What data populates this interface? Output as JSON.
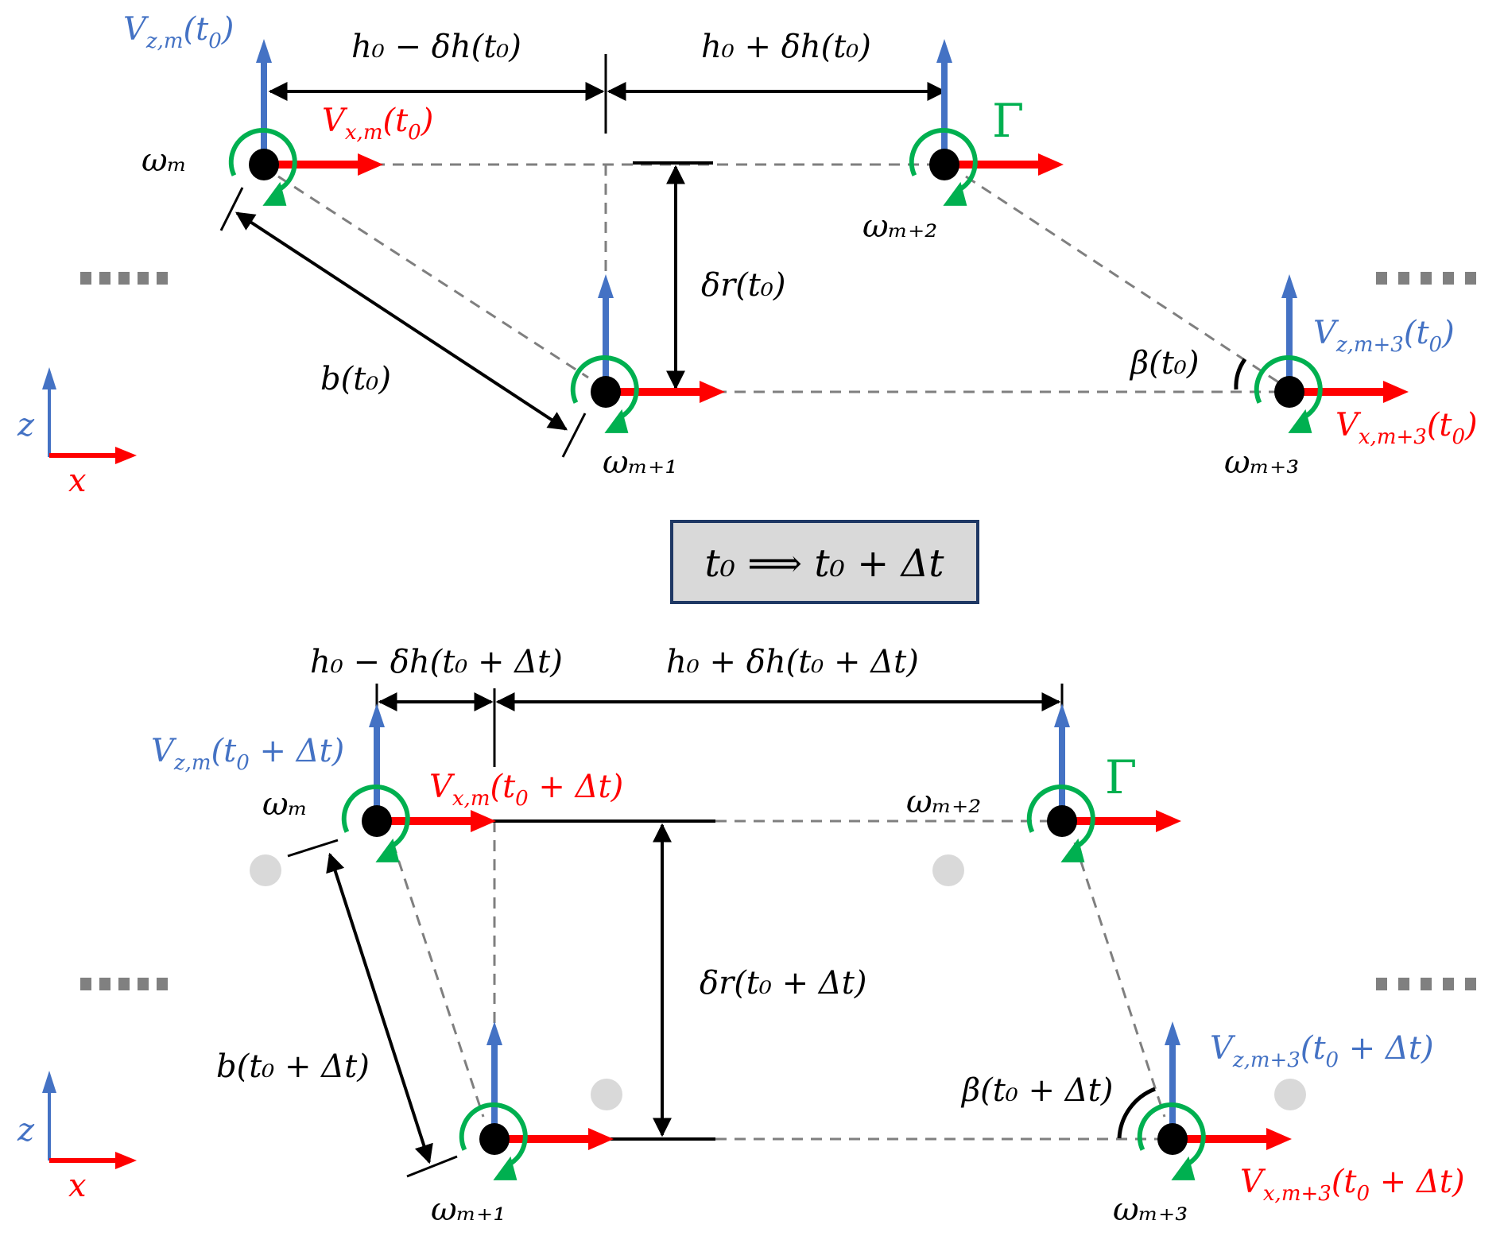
{
  "colors": {
    "vz": "#4472C4",
    "vx": "#FF0000",
    "circulation": "#00B050",
    "vortex": "#000000",
    "ghost_vortex": "#D9D9D9",
    "dashed": "#7F7F7F",
    "box_fill": "#D9D9D9",
    "box_border": "#1F3864"
  },
  "transition": {
    "label": "t₀ ⟹ t₀ + Δt"
  },
  "top_panel": {
    "time": "t₀",
    "spacing_left": "h₀ − δh(t₀)",
    "spacing_right": "h₀ + δh(t₀)",
    "radial_offset": "δr(t₀)",
    "distance": "b(t₀)",
    "angle": "β(t₀)",
    "circulation": "Γ",
    "vortices": [
      {
        "id": "m",
        "omega": "ωₘ",
        "vz": "V_{z,m}(t₀)",
        "vx": "V_{x,m}(t₀)"
      },
      {
        "id": "m+1",
        "omega": "ωₘ₊₁"
      },
      {
        "id": "m+2",
        "omega": "ωₘ₊₂"
      },
      {
        "id": "m+3",
        "omega": "ωₘ₊₃",
        "vz": "V_{z,m+3}(t₀)",
        "vx": "V_{x,m+3}(t₀)"
      }
    ],
    "axes": {
      "z": "z",
      "x": "x"
    }
  },
  "bottom_panel": {
    "time": "t₀ + Δt",
    "spacing_left": "h₀ − δh(t₀ + Δt)",
    "spacing_right": "h₀ + δh(t₀ + Δt)",
    "radial_offset": "δr(t₀ + Δt)",
    "distance": "b(t₀ + Δt)",
    "angle": "β(t₀ + Δt)",
    "circulation": "Γ",
    "vortices": [
      {
        "id": "m",
        "omega": "ωₘ",
        "vz": "V_{z,m}(t₀ + Δt)",
        "vx": "V_{x,m}(t₀ + Δt)"
      },
      {
        "id": "m+1",
        "omega": "ωₘ₊₁"
      },
      {
        "id": "m+2",
        "omega": "ωₘ₊₂"
      },
      {
        "id": "m+3",
        "omega": "ωₘ₊₃",
        "vz": "V_{z,m+3}(t₀ + Δt)",
        "vx": "V_{x,m+3}(t₀ + Δt)"
      }
    ],
    "axes": {
      "z": "z",
      "x": "x"
    }
  },
  "labels": {
    "omega": "ω",
    "V": "V",
    "t0": "t",
    "zero": "0",
    "gamma": "Γ",
    "z": "z",
    "x": "x",
    "sub_m": "m",
    "sub_m1": "m+1",
    "sub_m2": "m+2",
    "sub_m3": "m+3",
    "sub_zm": "z,m",
    "sub_xm": "x,m",
    "sub_zm3": "z,m+3",
    "sub_xm3": "x,m+3",
    "t_arg": "(t",
    "t_close": ")",
    "t_dt_close": " + Δt)",
    "h0_minus": "h",
    "minus_dh": " − δh(t",
    "plus_dh": " + δh(t",
    "dr": "δr(t",
    "b": "b(t",
    "beta": "β(t"
  }
}
